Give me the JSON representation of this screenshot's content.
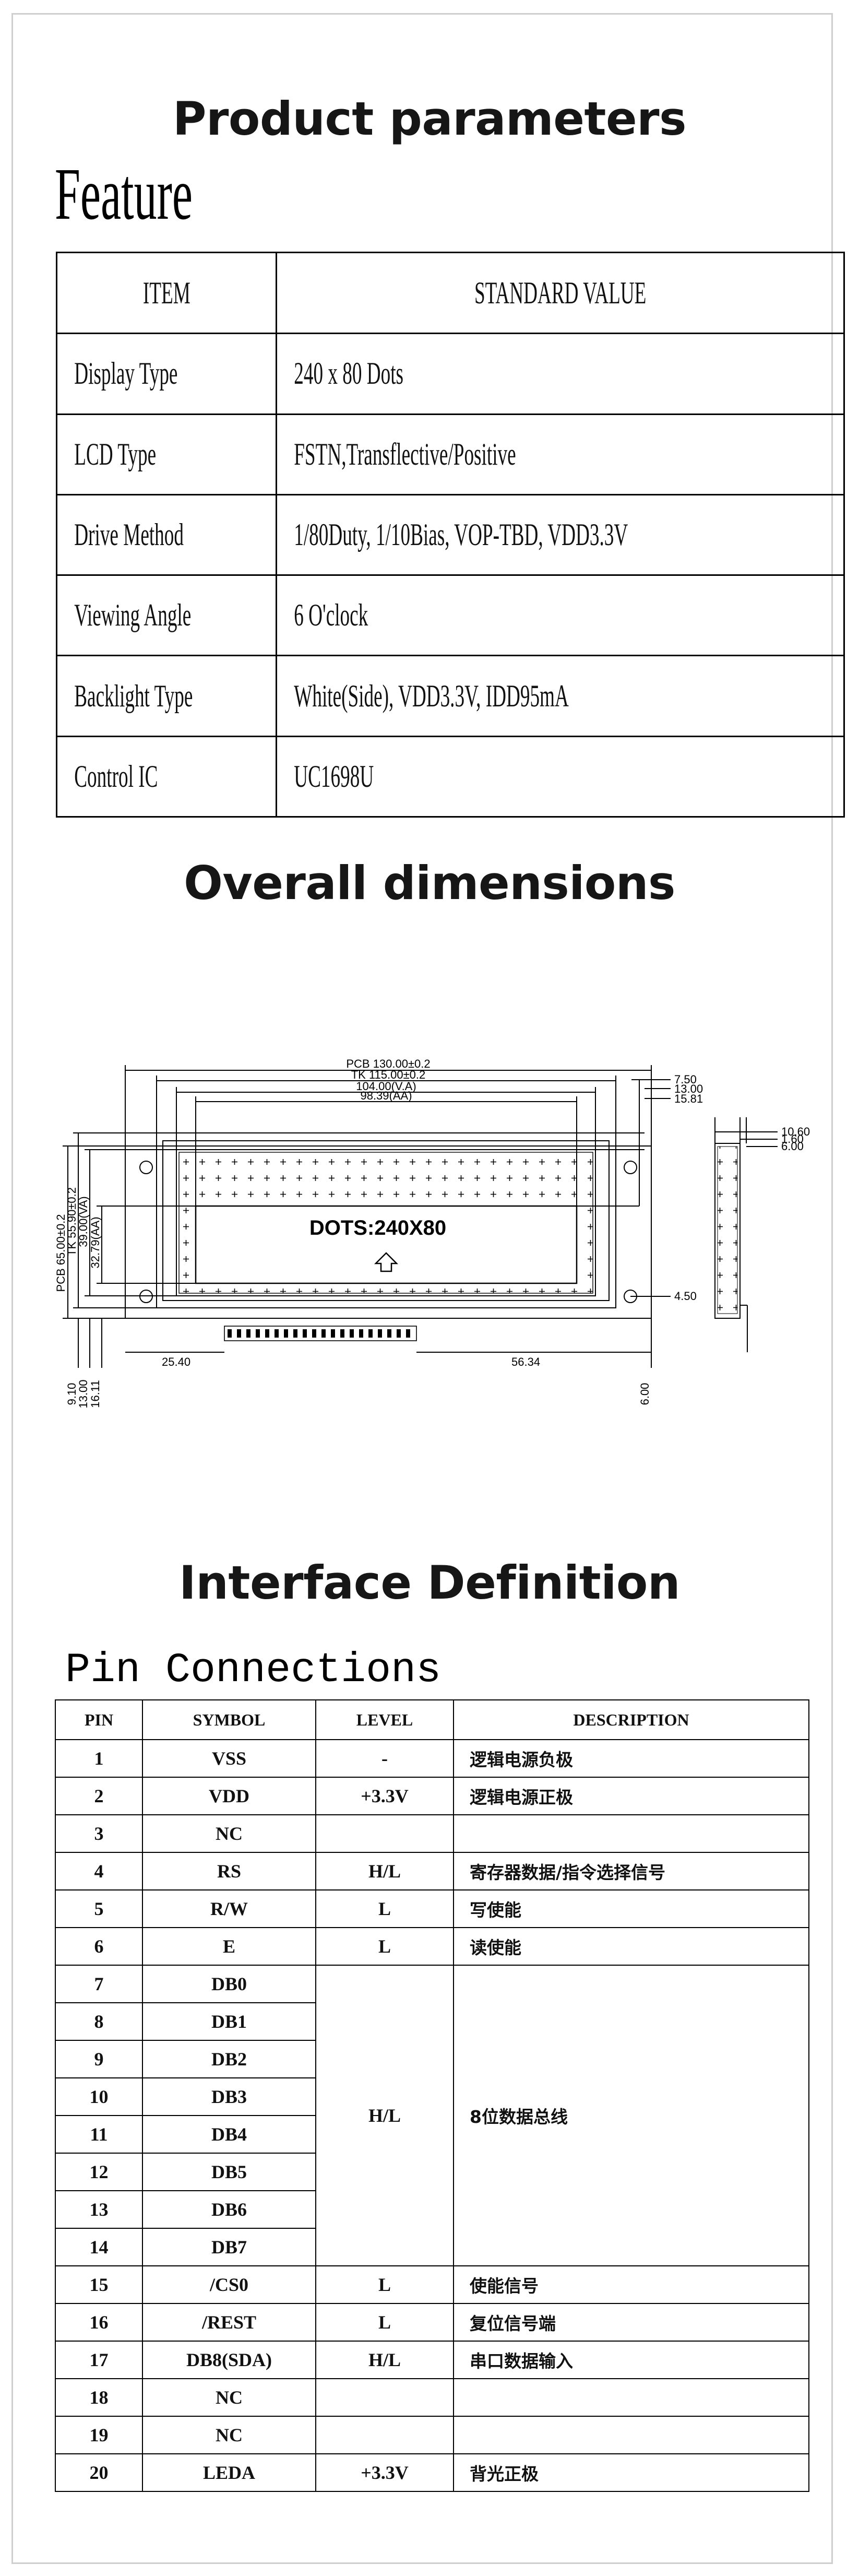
{
  "sections": {
    "product_parameters": "Product parameters",
    "overall_dimensions": "Overall dimensions",
    "interface_definition": "Interface Definition"
  },
  "feature": {
    "heading": "Feature",
    "header": {
      "item": "ITEM",
      "value": "STANDARD VALUE"
    },
    "rows": [
      {
        "item": "Display Type",
        "value": "240 x 80 Dots"
      },
      {
        "item": "LCD Type",
        "value": "FSTN,Transflective/Positive"
      },
      {
        "item": "Drive Method",
        "value": "1/80Duty, 1/10Bias, VOP-TBD, VDD3.3V"
      },
      {
        "item": "Viewing Angle",
        "value": "6 O'clock"
      },
      {
        "item": "Backlight Type",
        "value": "White(Side), VDD3.3V, IDD95mA"
      },
      {
        "item": "Control IC",
        "value": "UC1698U"
      }
    ]
  },
  "drawing": {
    "pcb": "PCB 130.00±0.2",
    "tk": "TK 115.00±0.2",
    "va": "104.00(V.A)",
    "aa": "98.39(AA)",
    "dots": "DOTS:240X80",
    "right_dims": [
      "7.50",
      "13.00",
      "15.81"
    ],
    "side_dims": [
      "10.60",
      "1.60",
      "6.00"
    ],
    "left_dims": [
      "PCB 65.00±0.2",
      "TK 55.90±0.2",
      "39.00(VA)",
      "32.79(AA)"
    ],
    "bottom_left": [
      "9.10",
      "13.00",
      "16.11"
    ],
    "bottom_dims": [
      "25.40",
      "56.34",
      "6.00"
    ],
    "hole_dim": "4.50"
  },
  "pins": {
    "heading": "Pin Connections",
    "header": {
      "pin": "PIN",
      "symbol": "SYMBOL",
      "level": "LEVEL",
      "description": "DESCRIPTION"
    },
    "rows": [
      {
        "pin": "1",
        "symbol": "VSS",
        "level": "-",
        "description": "逻辑电源负极"
      },
      {
        "pin": "2",
        "symbol": "VDD",
        "level": "+3.3V",
        "description": "逻辑电源正极"
      },
      {
        "pin": "3",
        "symbol": "NC",
        "level": "",
        "description": ""
      },
      {
        "pin": "4",
        "symbol": "RS",
        "level": "H/L",
        "description": "寄存器数据/指令选择信号"
      },
      {
        "pin": "5",
        "symbol": "R/W",
        "level": "L",
        "description": "写使能"
      },
      {
        "pin": "6",
        "symbol": "E",
        "level": "L",
        "description": "读使能"
      },
      {
        "pin": "7",
        "symbol": "DB0"
      },
      {
        "pin": "8",
        "symbol": "DB1"
      },
      {
        "pin": "9",
        "symbol": "DB2"
      },
      {
        "pin": "10",
        "symbol": "DB3"
      },
      {
        "pin": "11",
        "symbol": "DB4"
      },
      {
        "pin": "12",
        "symbol": "DB5"
      },
      {
        "pin": "13",
        "symbol": "DB6"
      },
      {
        "pin": "14",
        "symbol": "DB7"
      },
      {
        "pin": "15",
        "symbol": "/CS0",
        "level": "L",
        "description": "使能信号"
      },
      {
        "pin": "16",
        "symbol": "/REST",
        "level": "L",
        "description": "复位信号端"
      },
      {
        "pin": "17",
        "symbol": "DB8(SDA)",
        "level": "H/L",
        "description": "串口数据输入"
      },
      {
        "pin": "18",
        "symbol": "NC",
        "level": "",
        "description": ""
      },
      {
        "pin": "19",
        "symbol": "NC",
        "level": "",
        "description": ""
      },
      {
        "pin": "20",
        "symbol": "LEDA",
        "level": "+3.3V",
        "description": "背光正极"
      }
    ],
    "databus": {
      "level": "H/L",
      "description": "8位数据总线"
    }
  }
}
